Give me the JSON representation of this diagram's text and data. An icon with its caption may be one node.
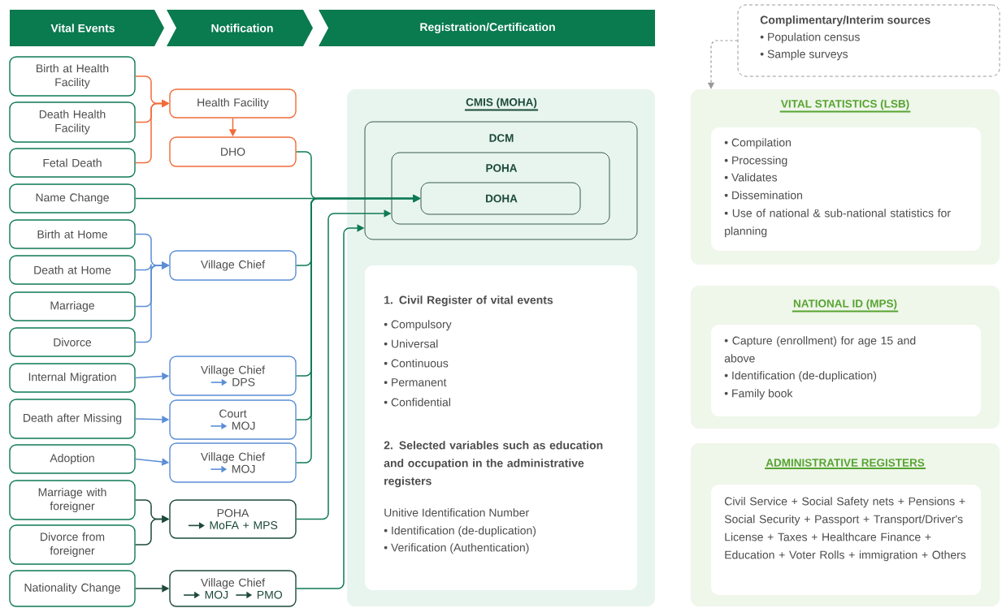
{
  "diagram": {
    "nodes": [
      {
        "text": [
          "Vital Events"
        ]
      },
      {
        "text": [
          "Notification"
        ]
      },
      {
        "text": [
          "Registration/Certification"
        ]
      },
      {
        "text": [
          "Birth at Health Facility"
        ]
      },
      {
        "text": [
          "Death Health Facility"
        ]
      },
      {
        "text": [
          "Fetal Death"
        ]
      },
      {
        "text": [
          "Name Change"
        ]
      },
      {
        "text": [
          "Birth at Home"
        ]
      },
      {
        "text": [
          "Death at Home"
        ]
      },
      {
        "text": [
          "Marriage"
        ]
      },
      {
        "text": [
          "Divorce"
        ]
      },
      {
        "text": [
          "Internal Migration"
        ]
      },
      {
        "text": [
          "Death after Missing"
        ]
      },
      {
        "text": [
          "Adoption"
        ]
      },
      {
        "text": [
          "Marriage with foreigner"
        ]
      },
      {
        "text": [
          "Divorce from foreigner"
        ]
      },
      {
        "text": [
          "Nationality Change"
        ]
      },
      {
        "text": [
          "Health Facility"
        ]
      },
      {
        "text": [
          "DHO"
        ]
      },
      {
        "text": [
          "Village Chief"
        ]
      },
      {
        "text": [
          "Village Chief",
          "DPS"
        ]
      },
      {
        "text": [
          "Court",
          "MOJ"
        ]
      },
      {
        "text": [
          "Village Chief",
          "MOJ"
        ]
      },
      {
        "text": [
          "POHA",
          "MoFA + MPS"
        ]
      },
      {
        "text": [
          "Village Chief",
          "MOJ",
          "PMO"
        ]
      },
      {
        "text": [
          "CMIS (MOHA)"
        ]
      },
      {
        "text": [
          "DCM"
        ],
        "in": 25
      },
      {
        "text": [
          "POHA"
        ],
        "in": 26
      },
      {
        "text": [
          "DOHA"
        ],
        "in": 27
      },
      {
        "text": [
          "1. Civil Register of vital events",
          "• Compulsory",
          "• Universal",
          "• Continuous",
          "• Permanent",
          "• Confidential",
          "2. Selected variables such as education and occupation in the administrative registers",
          "Unitive Identification Number",
          "• Identification (de-duplication)",
          "• Verification (Authentication)"
        ],
        "in": 25
      },
      {
        "text": [
          "Complimentary/Interim sources",
          "• Population census",
          "• Sample surveys"
        ]
      },
      {
        "text": [
          "VITAL STATISTICS (LSB)"
        ]
      },
      {
        "text": [
          "• Compilation",
          "• Processing",
          "• Validates",
          "• Dissemination",
          "• Use of national & sub-national statistics for planning"
        ],
        "in": 31
      },
      {
        "text": [
          "NATIONAL ID (MPS)"
        ]
      },
      {
        "text": [
          "• Capture (enrollment) for age 15 and above",
          "• Identification (de-duplication)",
          "• Family book"
        ],
        "in": 33
      },
      {
        "text": [
          "ADMINISTRATIVE REGISTERS"
        ]
      },
      {
        "text": [
          "Civil Service + Social Safety nets + Pensions + Social Security + Passport + Transport/Driver's License + Taxes + Healthcare Finance + Education + Voter Rolls + immigration + Others"
        ],
        "in": 35
      }
    ],
    "edges": [
      {
        "from": 3,
        "to": 17,
        "arrow": "to",
        "color": "#f26b38"
      },
      {
        "from": 4,
        "to": 17,
        "arrow": "to",
        "color": "#f26b38"
      },
      {
        "from": 5,
        "to": 17,
        "arrow": "to",
        "color": "#f26b38"
      },
      {
        "from": 17,
        "to": 18,
        "arrow": "to",
        "color": "#f26b38"
      },
      {
        "from": 6,
        "to": 28,
        "arrow": "to"
      },
      {
        "from": 7,
        "to": 19,
        "arrow": "to",
        "color": "#5b8ed6"
      },
      {
        "from": 8,
        "to": 19,
        "arrow": "to",
        "color": "#5b8ed6"
      },
      {
        "from": 9,
        "to": 19,
        "arrow": "to",
        "color": "#5b8ed6"
      },
      {
        "from": 10,
        "to": 19,
        "arrow": "to",
        "color": "#5b8ed6"
      },
      {
        "from": 11,
        "to": 20,
        "arrow": "to",
        "color": "#5b8ed6"
      },
      {
        "from": 12,
        "to": 21,
        "arrow": "to",
        "color": "#5b8ed6"
      },
      {
        "from": 13,
        "to": 22,
        "arrow": "to",
        "color": "#5b8ed6"
      },
      {
        "from": 18,
        "to": 28,
        "arrow": "to"
      },
      {
        "from": 19,
        "to": 28,
        "arrow": "to"
      },
      {
        "from": 20,
        "to": 28,
        "arrow": "to"
      },
      {
        "from": 21,
        "to": 28,
        "arrow": "to"
      },
      {
        "from": 22,
        "to": 28,
        "arrow": "to"
      },
      {
        "from": 23,
        "to": 27,
        "arrow": "to"
      },
      {
        "from": 24,
        "to": 26,
        "arrow": "to"
      },
      {
        "from": 14,
        "to": 23,
        "arrow": "to",
        "color": "#1d4a3c"
      },
      {
        "from": 15,
        "to": 23,
        "arrow": "to",
        "color": "#1d4a3c"
      },
      {
        "from": 16,
        "to": 24,
        "arrow": "to",
        "color": "#1d4a3c"
      },
      {
        "from": 30,
        "to": 31,
        "arrow": "to",
        "style": "dashed",
        "color": "#9a9a9a"
      }
    ]
  }
}
